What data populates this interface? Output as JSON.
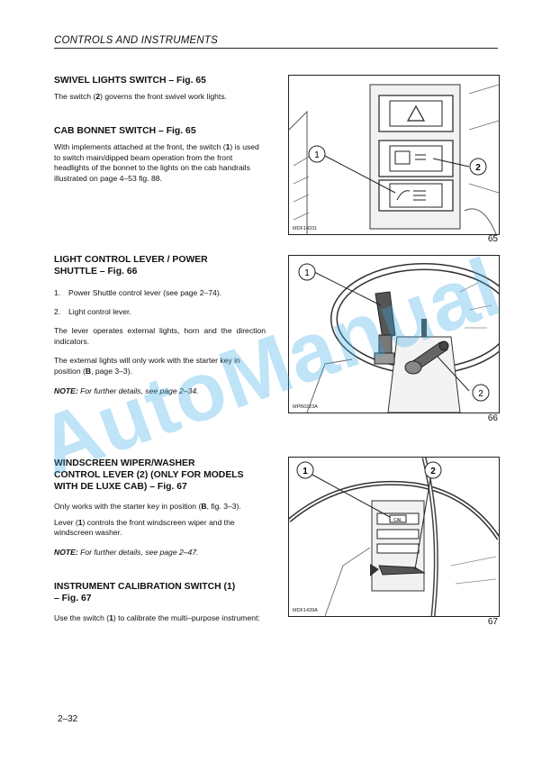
{
  "header": "CONTROLS AND INSTRUMENTS",
  "sections": {
    "swivel": {
      "title": "SWIVEL LIGHTS SWITCH – Fig. 65",
      "text_before": "The switch (",
      "text_bold": "2",
      "text_after": ") governs the front swivel work lights."
    },
    "bonnet": {
      "title": "CAB BONNET SWITCH – Fig. 65",
      "text_before": "With implements attached at the front, the switch (",
      "text_bold": "1",
      "text_after": ") is used to switch main/dipped beam operation from the front headlights of the bonnet to the lights on the cab handrails illustrated on page 4–53 fig. 88."
    },
    "lever": {
      "title_line1": "LIGHT CONTROL LEVER / POWER",
      "title_line2": "SHUTTLE – Fig. 66",
      "items": [
        {
          "num": "1.",
          "text": "Power Shuttle control lever (see page 2–74)."
        },
        {
          "num": "2.",
          "text": "Light control lever."
        }
      ],
      "para1": "The lever operates external lights, horn and the direction indicators.",
      "para2_before": "The external lights will only work with the starter key in position (",
      "para2_bold": "B",
      "para2_after": ", page 3–3).",
      "note_label": "NOTE:",
      "note_text": " For further details, see page 2–34."
    },
    "wiper": {
      "title_line1": "WINDSCREEN WIPER/WASHER",
      "title_line2": "CONTROL LEVER (2) (ONLY FOR MODELS",
      "title_line3": "WITH DE LUXE CAB) – Fig. 67",
      "para1_before": "Only works with the starter key in position (",
      "para1_bold": "B",
      "para1_after": ", fig. 3–3).",
      "para2_before": "Lever (",
      "para2_bold": "1",
      "para2_after": ") controls the front windscreen wiper and the windscreen washer.",
      "note_label": "NOTE:",
      "note_text": " For further details, see page 2–47."
    },
    "calibration": {
      "title_line1": "INSTRUMENT CALIBRATION SWITCH (1)",
      "title_line2": "– Fig. 67",
      "text_before": "Use the switch (",
      "text_bold": "1",
      "text_after": ") to calibrate the multi–purpose instrument:"
    }
  },
  "figures": [
    {
      "id": "MDF14331",
      "number": "65",
      "callouts": [
        "1",
        "2"
      ]
    },
    {
      "id": "MPB0223A",
      "number": "66",
      "callouts": [
        "1",
        "2"
      ]
    },
    {
      "id": "MDF1439A",
      "number": "67",
      "callouts": [
        "1",
        "2"
      ],
      "switch_label": "CAL"
    }
  ],
  "page_number": "2–32",
  "watermark": "AutoManual"
}
